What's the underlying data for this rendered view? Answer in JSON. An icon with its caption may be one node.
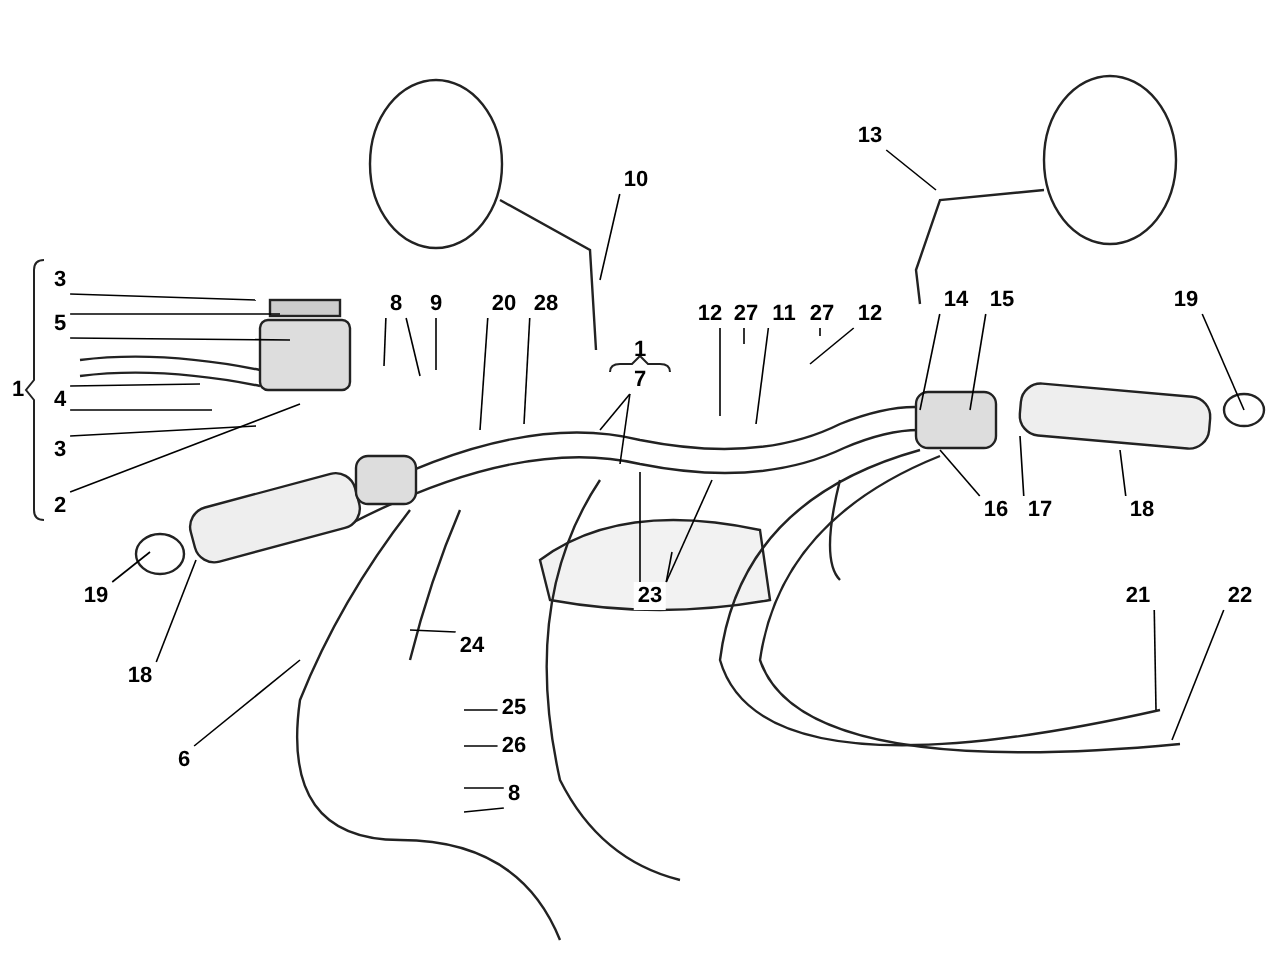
{
  "diagram": {
    "nodes": [
      {
        "text": [
          "10"
        ]
      },
      {
        "text": [
          "13"
        ]
      },
      {
        "text": [
          "3"
        ]
      },
      {
        "text": [
          "5"
        ]
      },
      {
        "text": [
          "8"
        ]
      },
      {
        "text": [
          "9"
        ]
      },
      {
        "text": [
          "4"
        ]
      },
      {
        "text": [
          "3"
        ]
      },
      {
        "text": [
          "2"
        ]
      },
      {
        "text": [
          "20"
        ]
      },
      {
        "text": [
          "28"
        ]
      },
      {
        "text": [
          "7"
        ]
      },
      {
        "text": [
          "12"
        ]
      },
      {
        "text": [
          "27"
        ]
      },
      {
        "text": [
          "11"
        ]
      },
      {
        "text": [
          "27"
        ]
      },
      {
        "text": [
          "12"
        ]
      },
      {
        "text": [
          "14"
        ]
      },
      {
        "text": [
          "15"
        ]
      },
      {
        "text": [
          "19"
        ]
      },
      {
        "text": [
          "16"
        ]
      },
      {
        "text": [
          "17"
        ]
      },
      {
        "text": [
          "18"
        ]
      },
      {
        "text": [
          "19"
        ]
      },
      {
        "text": [
          "18"
        ]
      },
      {
        "text": [
          "24"
        ]
      },
      {
        "text": [
          "6"
        ]
      },
      {
        "text": [
          "25"
        ]
      },
      {
        "text": [
          "26"
        ]
      },
      {
        "text": [
          "8"
        ]
      },
      {
        "text": [
          "23"
        ]
      },
      {
        "text": [
          "21"
        ]
      },
      {
        "text": [
          "22"
        ]
      }
    ],
    "edges": [
      {
        "from": 0,
        "to": null,
        "arrow": "none"
      },
      {
        "from": 1,
        "to": null,
        "arrow": "none"
      },
      {
        "from": 2,
        "to": null,
        "arrow": "none"
      },
      {
        "from": 3,
        "to": null,
        "arrow": "none"
      },
      {
        "from": 3,
        "to": null,
        "arrow": "none"
      },
      {
        "from": 4,
        "to": null,
        "arrow": "none"
      },
      {
        "from": 4,
        "to": null,
        "arrow": "none"
      },
      {
        "from": 5,
        "to": null,
        "arrow": "none"
      },
      {
        "from": 6,
        "to": null,
        "arrow": "none"
      },
      {
        "from": 6,
        "to": null,
        "arrow": "none"
      },
      {
        "from": 7,
        "to": null,
        "arrow": "none"
      },
      {
        "from": 8,
        "to": null,
        "arrow": "none"
      },
      {
        "from": 9,
        "to": null,
        "arrow": "none"
      },
      {
        "from": 10,
        "to": null,
        "arrow": "none"
      },
      {
        "from": 11,
        "to": null,
        "arrow": "none"
      },
      {
        "from": 11,
        "to": null,
        "arrow": "none"
      },
      {
        "from": 12,
        "to": null,
        "arrow": "none"
      },
      {
        "from": 13,
        "to": null,
        "arrow": "none"
      },
      {
        "from": 14,
        "to": null,
        "arrow": "none"
      },
      {
        "from": 15,
        "to": null,
        "arrow": "none"
      },
      {
        "from": 16,
        "to": null,
        "arrow": "none"
      },
      {
        "from": 17,
        "to": null,
        "arrow": "none"
      },
      {
        "from": 18,
        "to": null,
        "arrow": "none"
      },
      {
        "from": 19,
        "to": null,
        "arrow": "none"
      },
      {
        "from": 20,
        "to": null,
        "arrow": "none"
      },
      {
        "from": 21,
        "to": null,
        "arrow": "none"
      },
      {
        "from": 22,
        "to": null,
        "arrow": "none"
      },
      {
        "from": 23,
        "to": null,
        "arrow": "none"
      },
      {
        "from": 24,
        "to": null,
        "arrow": "none"
      },
      {
        "from": 25,
        "to": null,
        "arrow": "none"
      },
      {
        "from": 26,
        "to": null,
        "arrow": "none"
      },
      {
        "from": 27,
        "to": null,
        "arrow": "none"
      },
      {
        "from": 28,
        "to": null,
        "arrow": "none"
      },
      {
        "from": 29,
        "to": null,
        "arrow": "none"
      },
      {
        "from": 29,
        "to": null,
        "arrow": "none"
      },
      {
        "from": 30,
        "to": null,
        "arrow": "none"
      },
      {
        "from": 30,
        "to": null,
        "arrow": "none"
      },
      {
        "from": 30,
        "to": null,
        "arrow": "none"
      },
      {
        "from": 31,
        "to": null,
        "arrow": "none"
      },
      {
        "from": 32,
        "to": null,
        "arrow": "none"
      }
    ],
    "labels": [
      "1",
      "1"
    ]
  }
}
